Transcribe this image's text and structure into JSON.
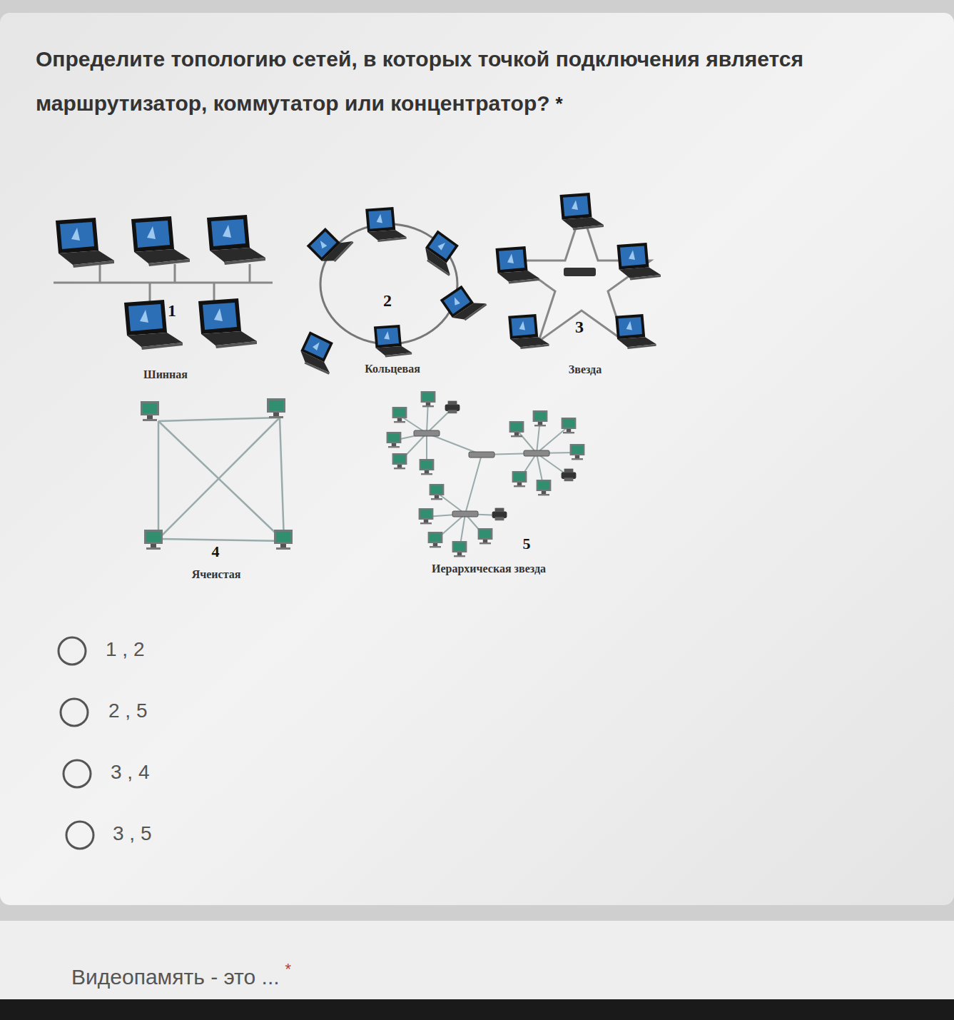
{
  "diagram": {
    "title": "Определите топологию сетей, в которых точкой подключения является маршрутизатор, коммутатор или концентратор?",
    "labels": [
      "*",
      "1",
      "Шинная",
      "2",
      "Кольцевая",
      "3",
      "Звезда",
      "4",
      "Ячеистая",
      "5",
      "Иерархическая звезда",
      "1 , 2",
      "2 , 5",
      "3 , 4",
      "3 , 5",
      "Видеопамять - это ...",
      "*"
    ]
  }
}
